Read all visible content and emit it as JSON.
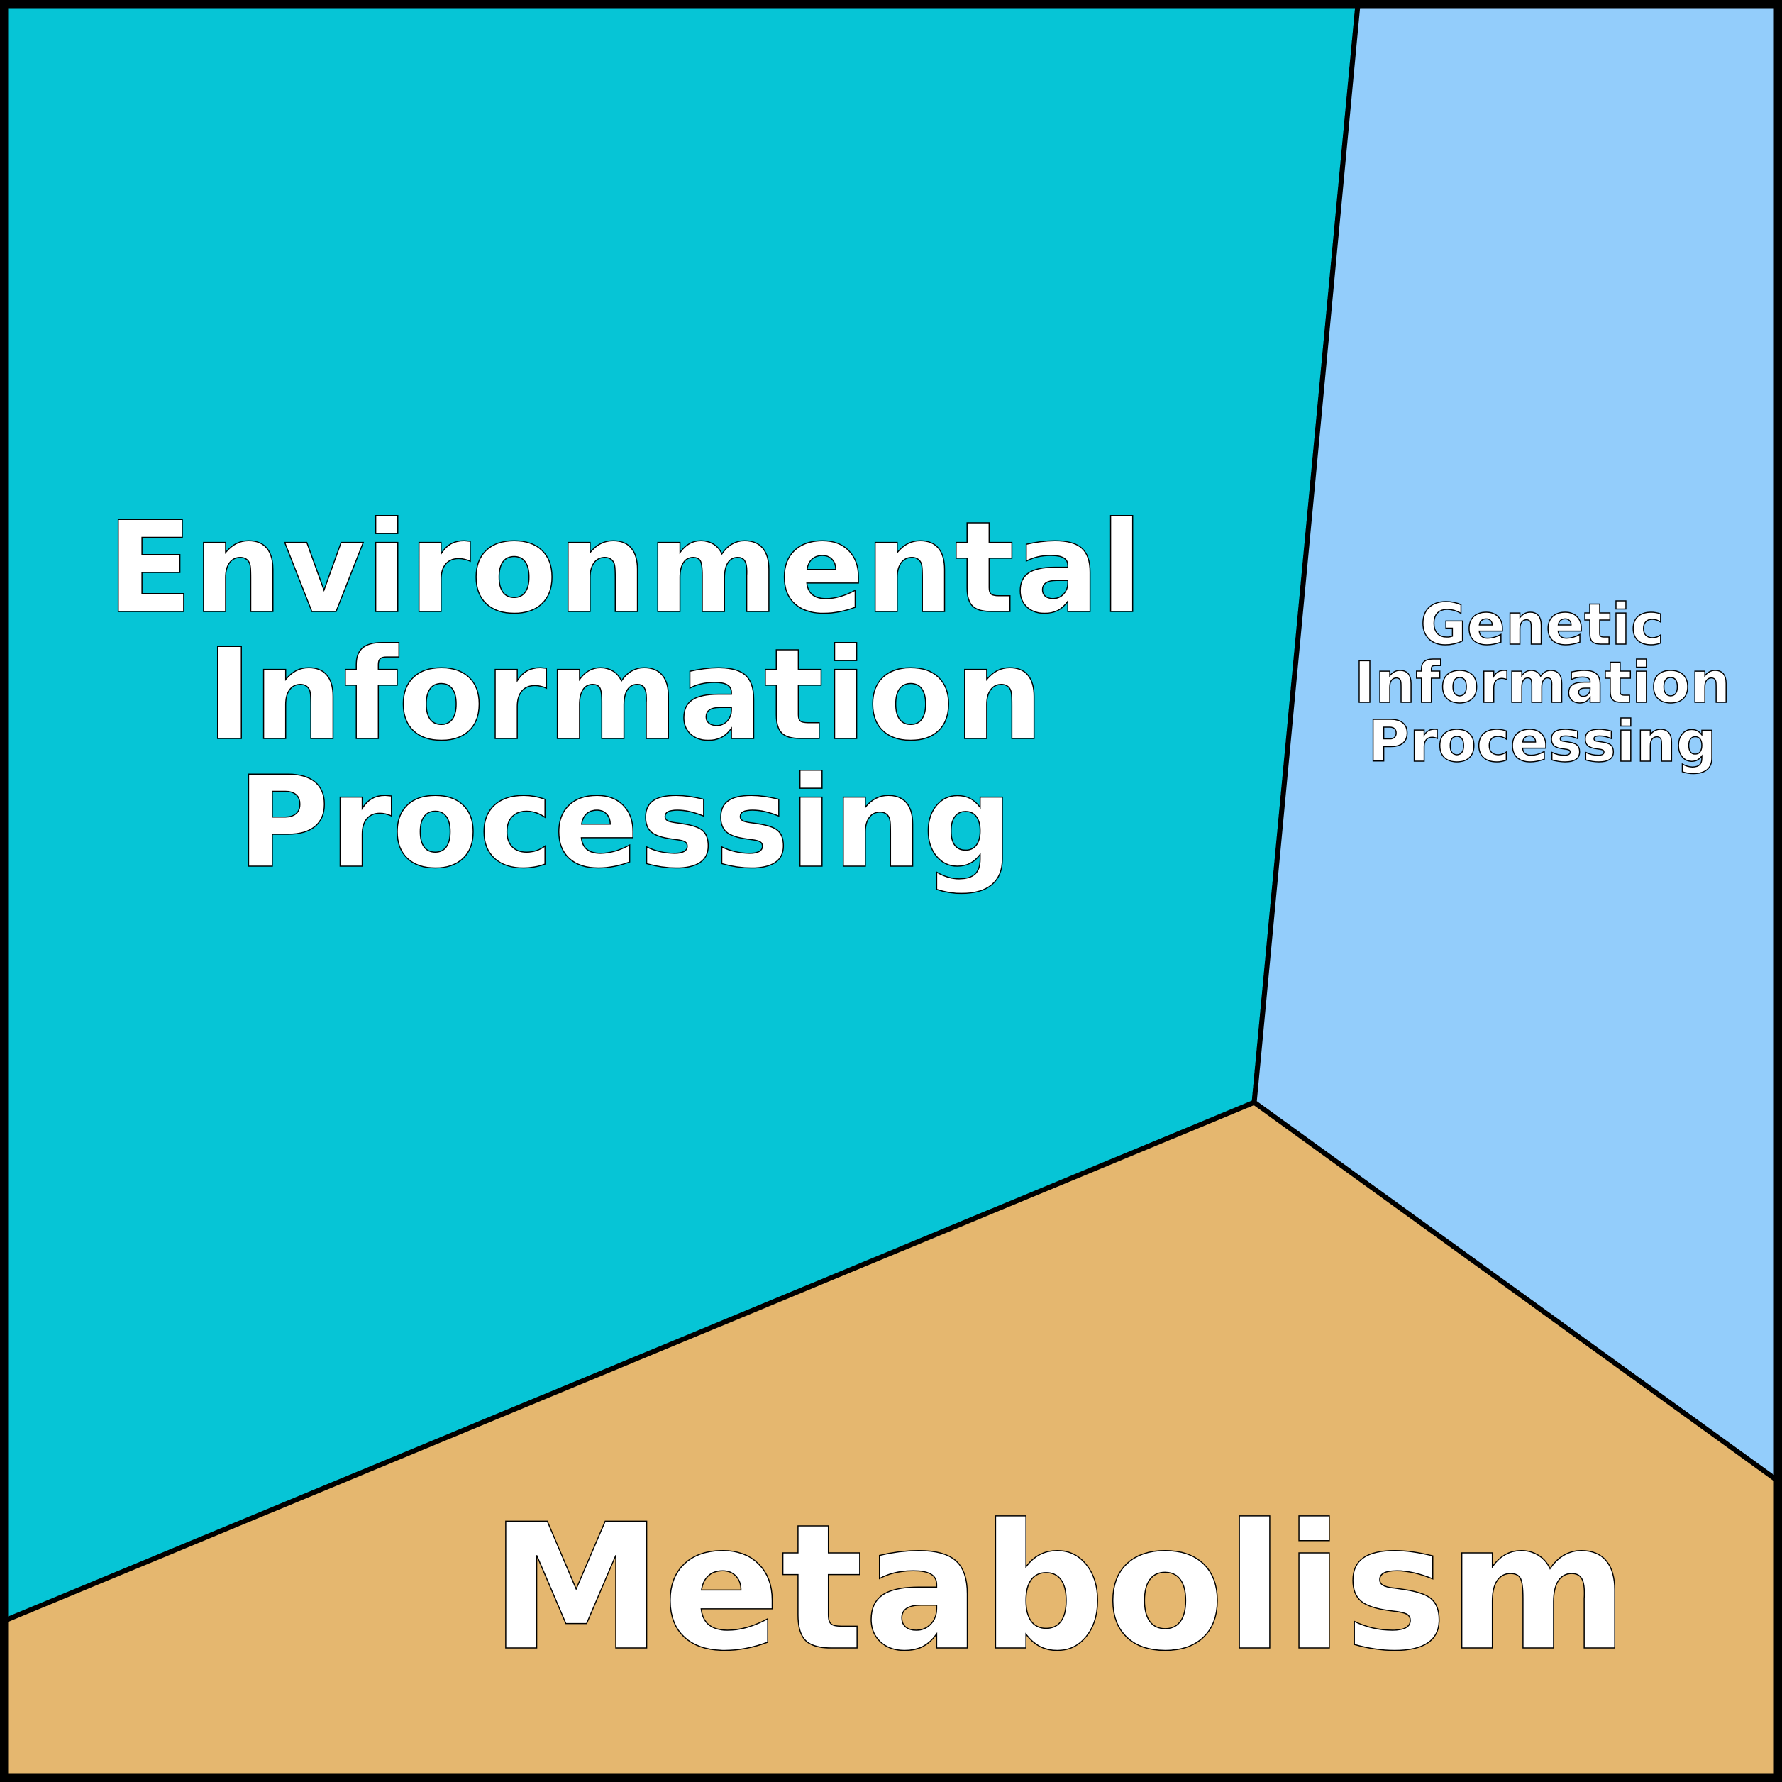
{
  "chart_data": {
    "type": "voronoi-treemap",
    "title": "",
    "cells": [
      {
        "name": "Environmental Information Processing",
        "label_lines": [
          "Environmental",
          "Information",
          "Processing"
        ],
        "color": "#06C5D6"
      },
      {
        "name": "Genetic Information Processing",
        "label_lines": [
          "Genetic",
          "Information",
          "Processing"
        ],
        "color": "#93CDFB"
      },
      {
        "name": "Metabolism",
        "label_lines": [
          "Metabolism"
        ],
        "color": "#E5B76F"
      }
    ],
    "border_color": "#000000"
  }
}
